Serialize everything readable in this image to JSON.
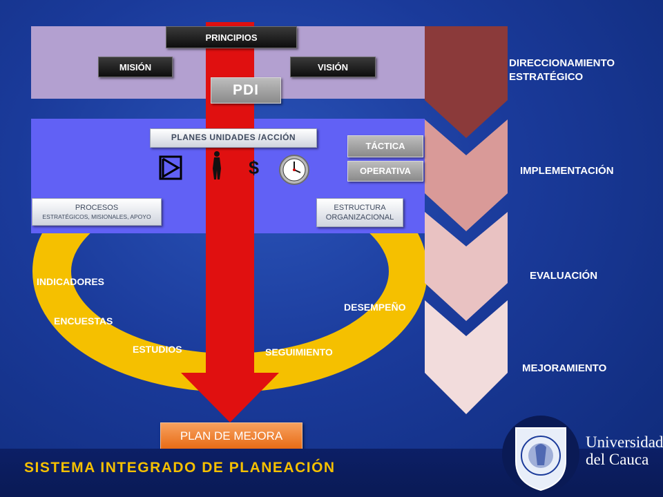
{
  "top_section": {
    "principios": "PRINCIPIOS",
    "mision": "MISIÓN",
    "vision": "VISIÓN",
    "pdi": "PDI"
  },
  "middle_section": {
    "planes": "PLANES UNIDADES /ACCIÓN",
    "tactica": "TÁCTICA",
    "operativa": "OPERATIVA",
    "procesos_title": "PROCESOS",
    "procesos_sub": "ESTRATÉGICOS, MISIONALES, APOYO",
    "estructura_line1": "ESTRUCTURA",
    "estructura_line2": "ORGANIZACIONAL",
    "dollar": "$"
  },
  "ring_labels": {
    "indicadores": "INDICADORES",
    "encuestas": "ENCUESTAS",
    "estudios": "ESTUDIOS",
    "seguimiento": "SEGUIMIENTO",
    "desempeno": "DESEMPEÑO"
  },
  "plan_de_mejora": "PLAN DE MEJORA",
  "stages": [
    {
      "line1": "DIRECCIONAMIENTO",
      "line2": "ESTRATÉGICO",
      "color": "#8b3a3a"
    },
    {
      "line1": "IMPLEMENTACIÓN",
      "line2": "",
      "color": "#d99a98"
    },
    {
      "line1": "EVALUACIÓN",
      "line2": "",
      "color": "#e9c2c2"
    },
    {
      "line1": "MEJORAMIENTO",
      "line2": "",
      "color": "#f2dcdc"
    }
  ],
  "footer_title": "SISTEMA INTEGRADO DE PLANEACIÓN",
  "university": {
    "line1": "Universidad",
    "line2": "del Cauca"
  },
  "colors": {
    "arrow": "#e01010",
    "ring": "#f5c000",
    "top_band": "#b3a0d0",
    "mid_band": "#6161f5",
    "footer_text": "#f5c000"
  }
}
